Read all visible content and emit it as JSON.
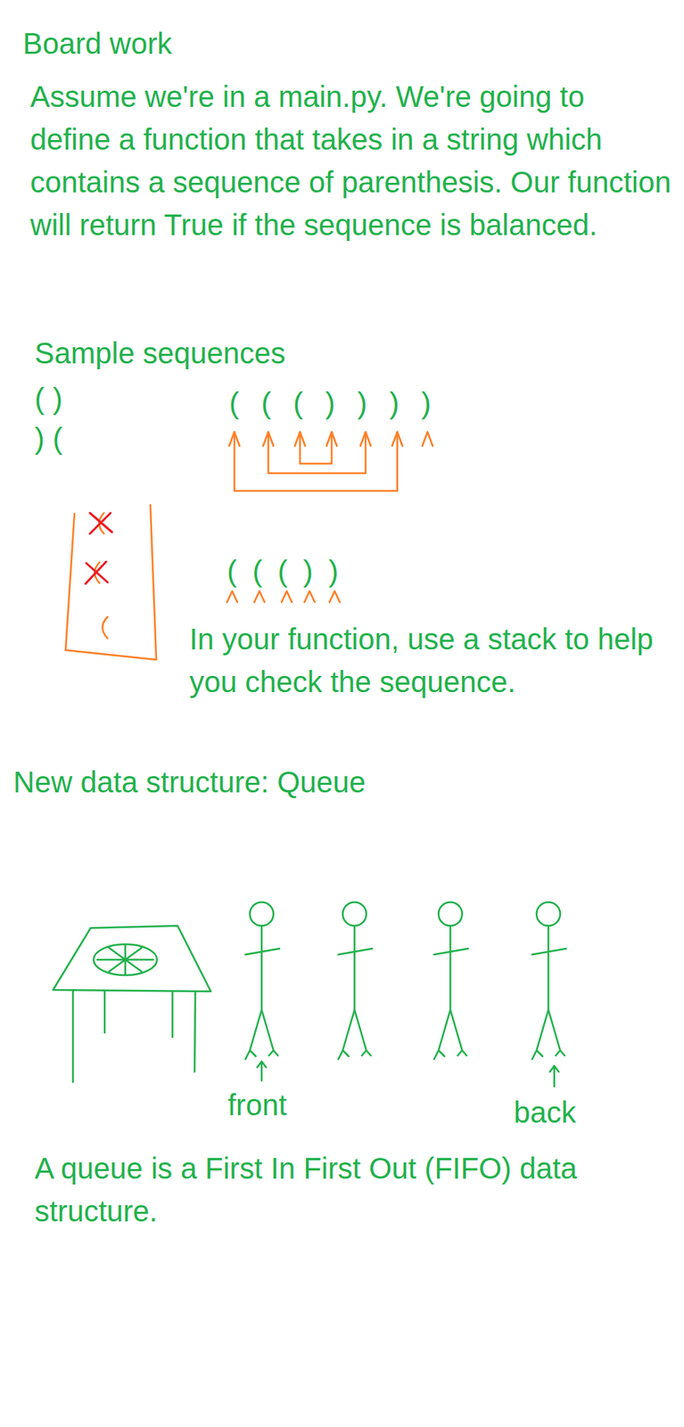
{
  "diagram": {
    "title": "Board work",
    "labels": [
      "Assume we're in a main.py. We're going to define a function that takes in a string which contains a sequence of parenthesis. Our function will return True if the sequence is balanced.",
      "Sample sequences",
      "( )",
      ") (",
      "( ( ( ) ) ) )",
      "( ( ( ) )",
      "In your function, use a stack to help you check the sequence.",
      "New data structure: Queue",
      "front",
      "back",
      "A queue is a First In First Out (FIFO) data structure."
    ]
  }
}
